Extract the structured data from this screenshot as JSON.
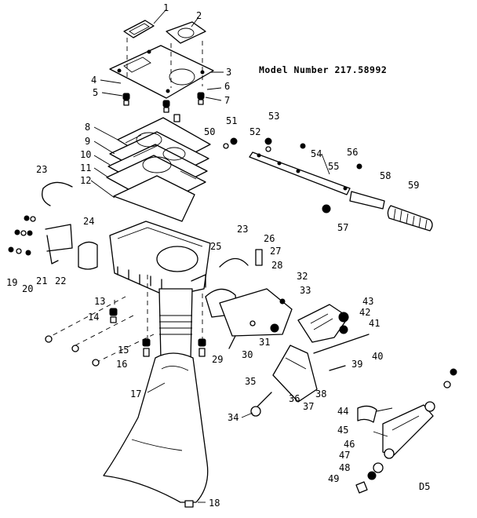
{
  "model": {
    "text": "Model Number 217.58992"
  },
  "page_code": "D5",
  "callouts": [
    "1",
    "2",
    "3",
    "4",
    "5",
    "6",
    "7",
    "8",
    "9",
    "10",
    "11",
    "12",
    "13",
    "14",
    "15",
    "16",
    "17",
    "18",
    "19",
    "20",
    "21",
    "22",
    "23",
    "23",
    "24",
    "25",
    "26",
    "27",
    "28",
    "29",
    "30",
    "31",
    "32",
    "33",
    "34",
    "35",
    "36",
    "37",
    "38",
    "39",
    "40",
    "41",
    "42",
    "43",
    "44",
    "45",
    "46",
    "47",
    "48",
    "49",
    "50",
    "51",
    "52",
    "53",
    "54",
    "55",
    "56",
    "57",
    "58",
    "59"
  ]
}
